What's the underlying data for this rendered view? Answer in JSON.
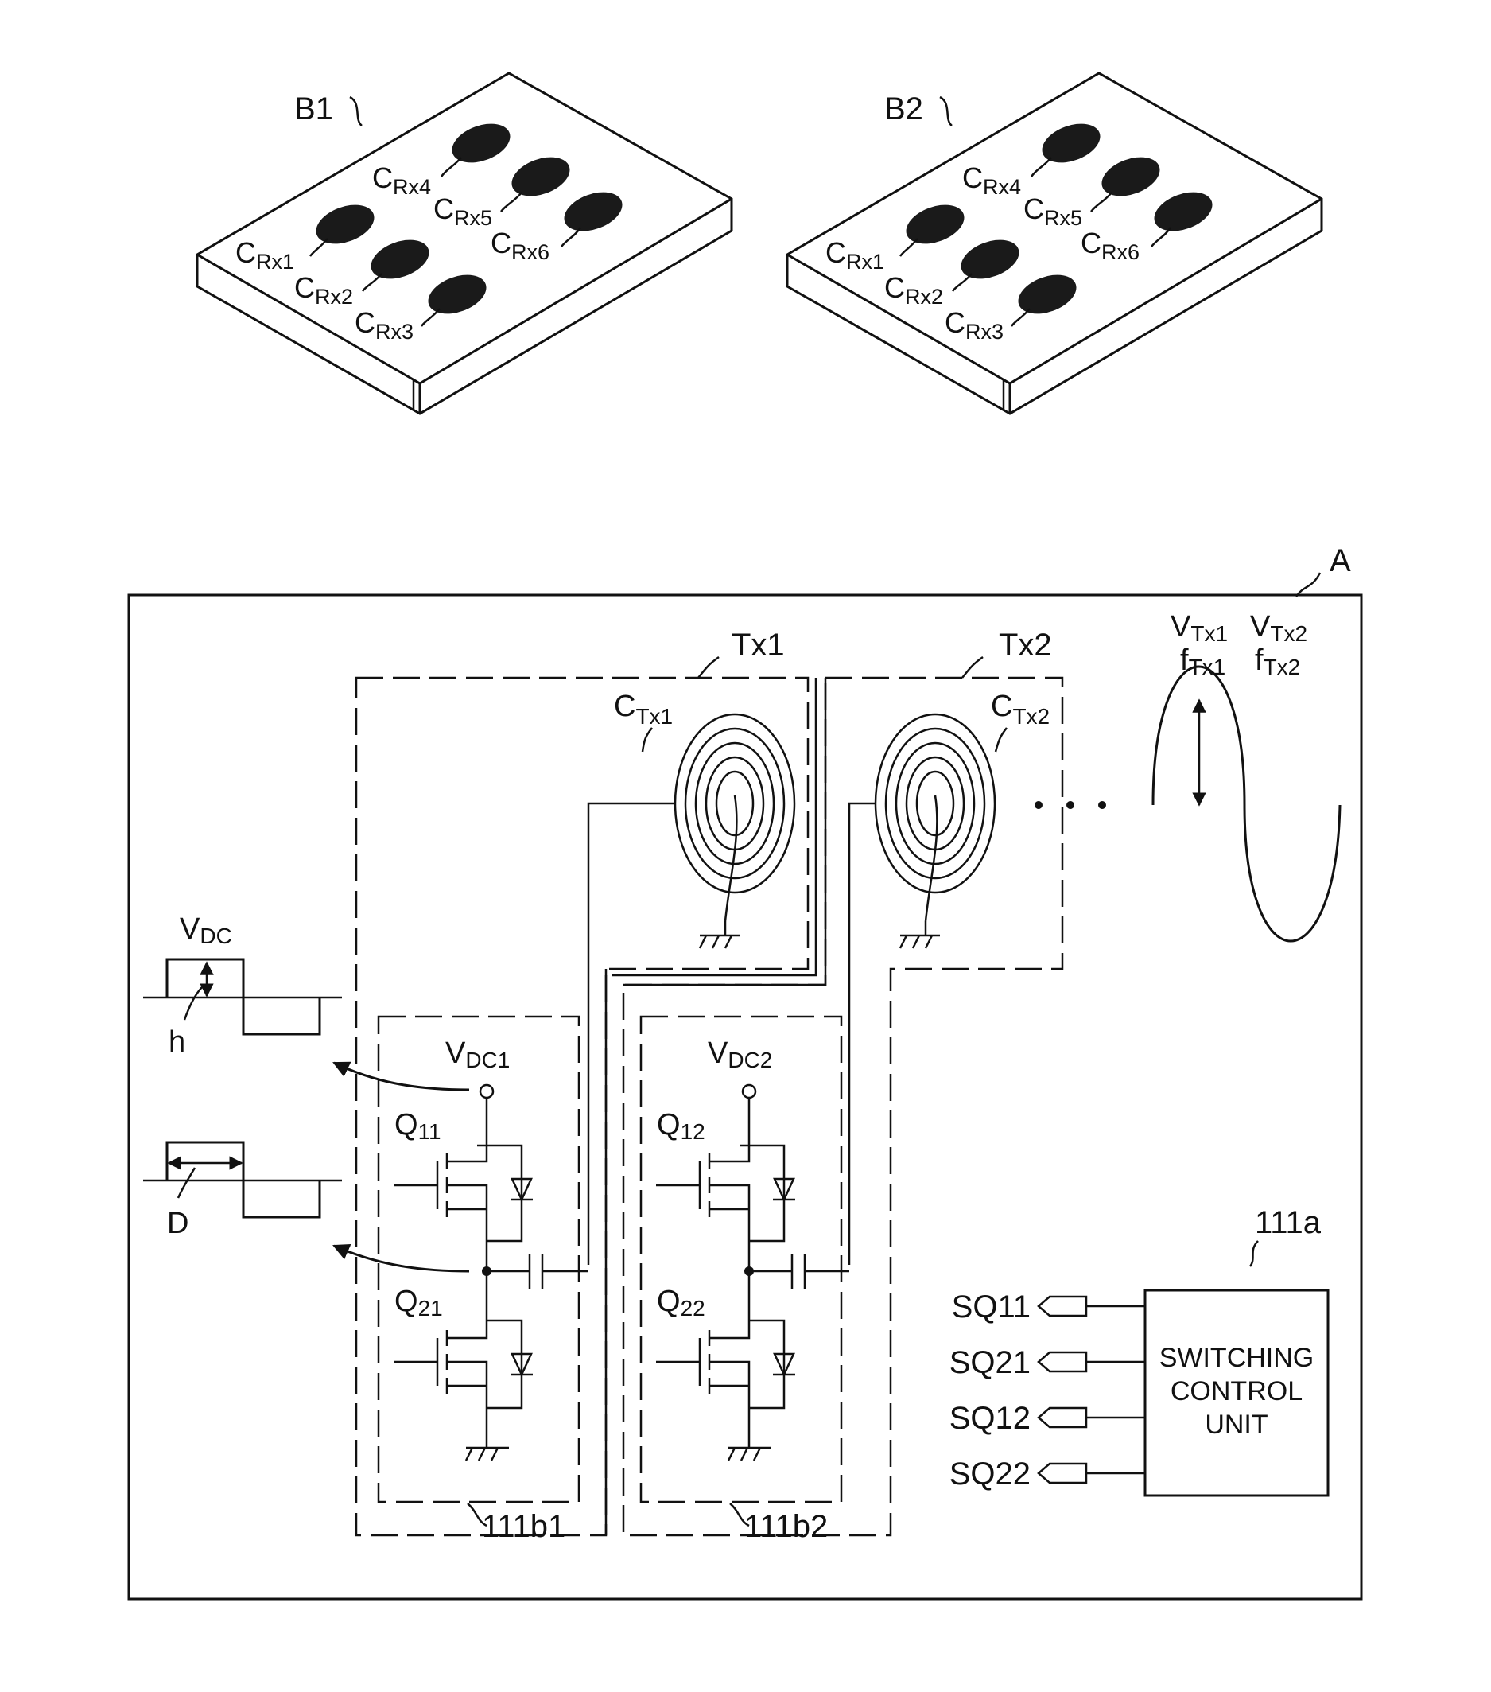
{
  "boards": [
    {
      "label": "B1",
      "coils": [
        {
          "main": "C",
          "sub": "Rx1"
        },
        {
          "main": "C",
          "sub": "Rx2"
        },
        {
          "main": "C",
          "sub": "Rx3"
        },
        {
          "main": "C",
          "sub": "Rx4"
        },
        {
          "main": "C",
          "sub": "Rx5"
        },
        {
          "main": "C",
          "sub": "Rx6"
        }
      ]
    },
    {
      "label": "B2",
      "coils": [
        {
          "main": "C",
          "sub": "Rx1"
        },
        {
          "main": "C",
          "sub": "Rx2"
        },
        {
          "main": "C",
          "sub": "Rx3"
        },
        {
          "main": "C",
          "sub": "Rx4"
        },
        {
          "main": "C",
          "sub": "Rx5"
        },
        {
          "main": "C",
          "sub": "Rx6"
        }
      ]
    }
  ],
  "system": {
    "label": "A",
    "transmitters": [
      {
        "label": "Tx1",
        "coil_main": "C",
        "coil_sub": "Tx1"
      },
      {
        "label": "Tx2",
        "coil_main": "C",
        "coil_sub": "Tx2"
      }
    ],
    "waveform": {
      "v1_main": "V",
      "v1_sub": "Tx1",
      "v2_main": "V",
      "v2_sub": "Tx2",
      "f1_main": "f",
      "f1_sub": "Tx1",
      "f2_main": "f",
      "f2_sub": "Tx2"
    },
    "pulses": {
      "vdc_main": "V",
      "vdc_sub": "DC",
      "h_label": "h",
      "d_label": "D"
    },
    "inverters": [
      {
        "label": "111b1",
        "supply_main": "V",
        "supply_sub": "DC1",
        "high_main": "Q",
        "high_sub": "11",
        "low_main": "Q",
        "low_sub": "21"
      },
      {
        "label": "111b2",
        "supply_main": "V",
        "supply_sub": "DC2",
        "high_main": "Q",
        "high_sub": "12",
        "low_main": "Q",
        "low_sub": "22"
      }
    ],
    "controller": {
      "label": "111a",
      "text_lines": [
        "SWITCHING",
        "CONTROL",
        "UNIT"
      ],
      "signals": [
        "SQ11",
        "SQ21",
        "SQ12",
        "SQ22"
      ]
    }
  }
}
